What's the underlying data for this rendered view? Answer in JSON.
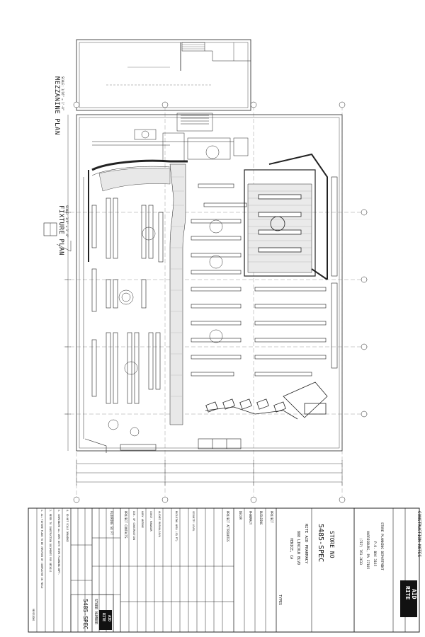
{
  "drawing": {
    "mezzanine_title": "MEZZANINE PLAN",
    "mezzanine_scale": "SCALE: 1/16\" = 1'-0\"",
    "fixture_title": "FIXTURE PLAN",
    "fixture_scale": "SCALE: 1/8\" = 1'-0\""
  },
  "title_block": {
    "construction_notes": "CONSTRUCTION NOTES",
    "planning_dept": "STORE PLANNING DEPARTMENT",
    "address_line1": "P.O. BOX 3165",
    "address_line2": "HARRISBURG, PA 17105",
    "phone": "(717) 761-2633",
    "store_no_label": "STORE NO",
    "store_no_value": "5485-SPEC",
    "store_name": "RITE AID PHARMACY",
    "street": "888 LINCOLN BLVD",
    "city": "VENICE, CA",
    "types_label": "TYPES",
    "types": [
      "PROJECT",
      "BUILDING",
      "PHARMACY",
      "DECOR"
    ],
    "project_attributes": "PROJECT ATTRIBUTES",
    "security_level": "SECURITY LEVEL",
    "building_area": "BUILDING AREA (SQ FT)",
    "flooring": "FLOORING SQ FT",
    "project_contacts": "PROJECT CONTACTS",
    "dir_construction": "DIR. OF CONSTRUCTION",
    "construction_manager": "CONST. MANAGER",
    "contact_1": "GARY ANTONE",
    "contact_2": "ALEXEI RUSHALCAVA",
    "store_number_label": "STORE NUMBER",
    "store_number_value": "5485-SPEC",
    "logo_text_1": "RITE",
    "logo_text_2": "AID"
  }
}
